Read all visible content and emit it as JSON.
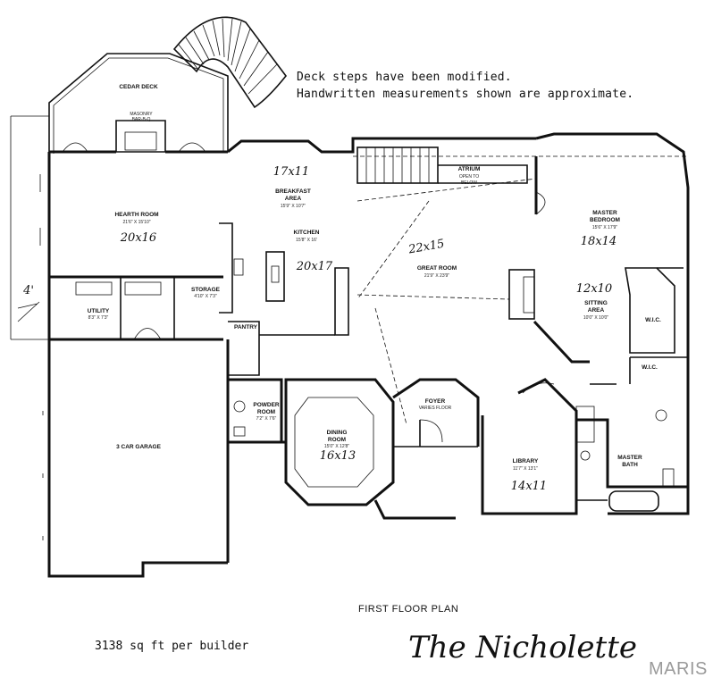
{
  "notes": {
    "line1": "Deck steps have been modified.",
    "line2": "Handwritten measurements shown are approximate."
  },
  "plan_title": "FIRST FLOOR PLAN",
  "sqft_note": "3138 sq ft per builder",
  "plan_name": "The Nicholette",
  "watermark": "MARIS",
  "rooms": {
    "cedar_deck": "CEDAR DECK",
    "masonry_line1": "MASONRY",
    "masonry_line2": "BAR-B-Q",
    "hearth_room": "HEARTH ROOM",
    "hearth_dims": "21'6\" X 15'10\"",
    "breakfast_line1": "BREAKFAST",
    "breakfast_line2": "AREA",
    "breakfast_dims": "15'9\" X 10'7\"",
    "kitchen": "KITCHEN",
    "kitchen_dims": "15'8\" X 16'",
    "atrium_line1": "ATRIUM",
    "atrium_line2": "OPEN TO",
    "atrium_line3": "BELOW",
    "great_room": "GREAT ROOM",
    "great_room_dims": "21'9\" X 23'9\"",
    "master_line1": "MASTER",
    "master_line2": "BEDROOM",
    "master_dims": "15'6\" X 17'9\"",
    "sitting_line1": "SITTING",
    "sitting_line2": "AREA",
    "sitting_dims": "10'0\" X 10'0\"",
    "wic1": "W.I.C.",
    "wic2": "W.I.C.",
    "utility": "UTILITY",
    "utility_dims": "8'3\" X 7'3\"",
    "storage": "STORAGE",
    "storage_dims": "4'10\" X 7'3\"",
    "pantry": "PANTRY",
    "powder_line1": "POWDER",
    "powder_line2": "ROOM",
    "powder_dims": "7'2\" X 7'6\"",
    "garage": "3 CAR GARAGE",
    "dining_line1": "DINING",
    "dining_line2": "ROOM",
    "dining_dims": "15'0\" X 12'8\"",
    "foyer": "FOYER",
    "foyer_sub": "VARIES FLOOR",
    "library": "LIBRARY",
    "library_dims": "11'7\" X 13'1\"",
    "master_bath_line1": "MASTER",
    "master_bath_line2": "BATH"
  },
  "handwritten": {
    "hearth": "20x16",
    "breakfast": "17x11",
    "kitchen": "20x17",
    "great_room": "22x15",
    "master": "18x14",
    "sitting": "12x10",
    "dining": "16x13",
    "library": "14x11",
    "utility_side": "4'"
  }
}
